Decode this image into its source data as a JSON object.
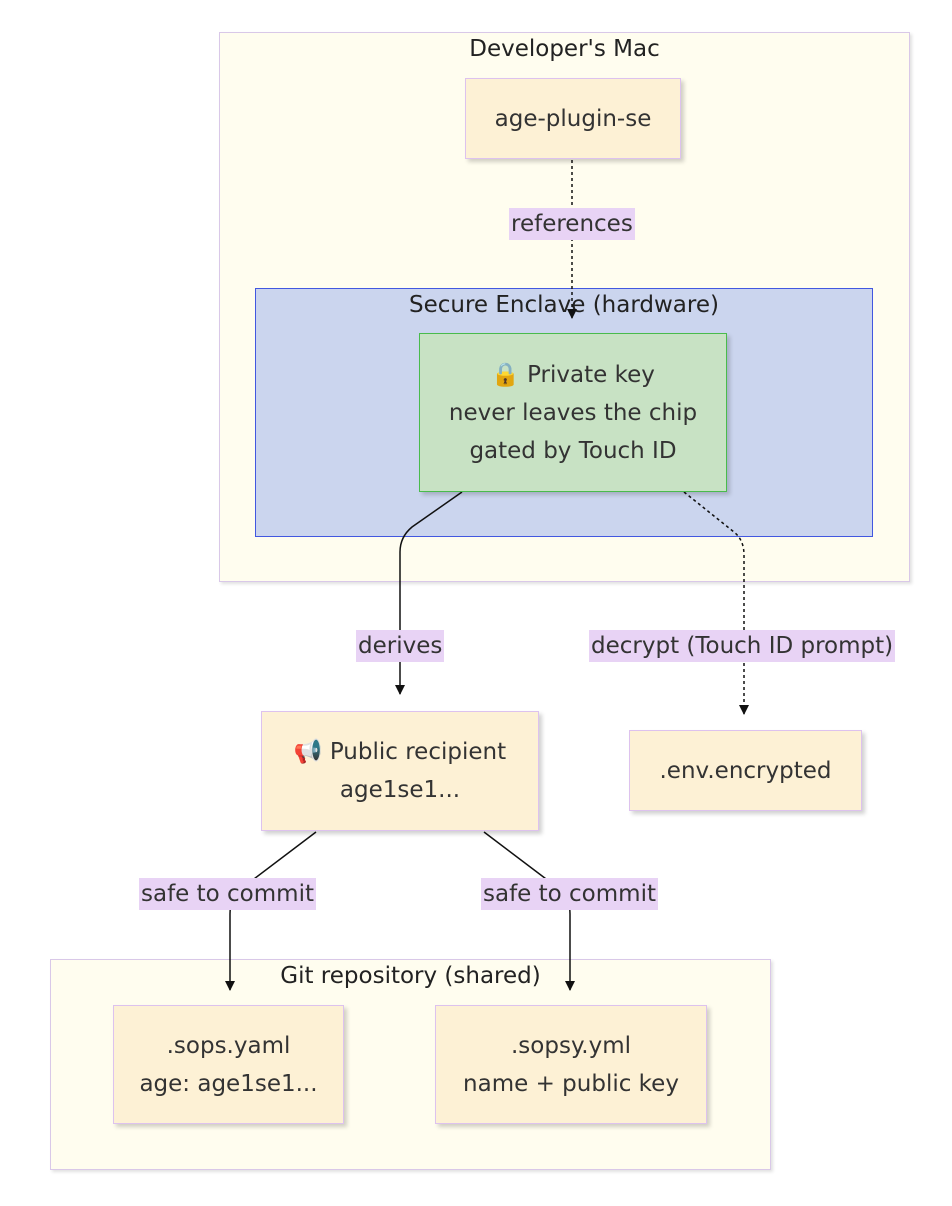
{
  "clusters": {
    "mac": {
      "title": "Developer's Mac"
    },
    "enclave": {
      "title": "Secure Enclave (hardware)"
    },
    "repo": {
      "title": "Git repository (shared)"
    }
  },
  "nodes": {
    "plugin": {
      "lines": [
        "age-plugin-se"
      ]
    },
    "private_key": {
      "icon": "lock-icon",
      "lines": [
        "🔒 Private key",
        "never leaves the chip",
        "gated by Touch ID"
      ]
    },
    "recipient": {
      "icon": "megaphone-icon",
      "lines": [
        "📢 Public recipient",
        "age1se1..."
      ]
    },
    "env": {
      "lines": [
        ".env.encrypted"
      ]
    },
    "sops": {
      "lines": [
        ".sops.yaml",
        "age: age1se1..."
      ]
    },
    "sopsy": {
      "lines": [
        ".sopsy.yml",
        "name + public key"
      ]
    }
  },
  "edges": {
    "references": {
      "label": "references",
      "style": "dotted"
    },
    "derives": {
      "label": "derives",
      "style": "solid"
    },
    "decrypt": {
      "label": "decrypt (Touch ID prompt)",
      "style": "dotted"
    },
    "commit_sops": {
      "label": "safe to commit",
      "style": "solid"
    },
    "commit_sopsy": {
      "label": "safe to commit",
      "style": "solid"
    }
  },
  "colors": {
    "cluster_fill": "#fffdef",
    "cluster_border": "#d9c8e8",
    "enclave_fill": "#cbd5ee",
    "enclave_border": "#4257e0",
    "node_fill": "#fdf1d5",
    "node_border": "#ddc2ee",
    "private_fill": "#c8e2c4",
    "private_border": "#49bb4c",
    "label_bg": "#e8d3f5",
    "edge": "#111111"
  }
}
